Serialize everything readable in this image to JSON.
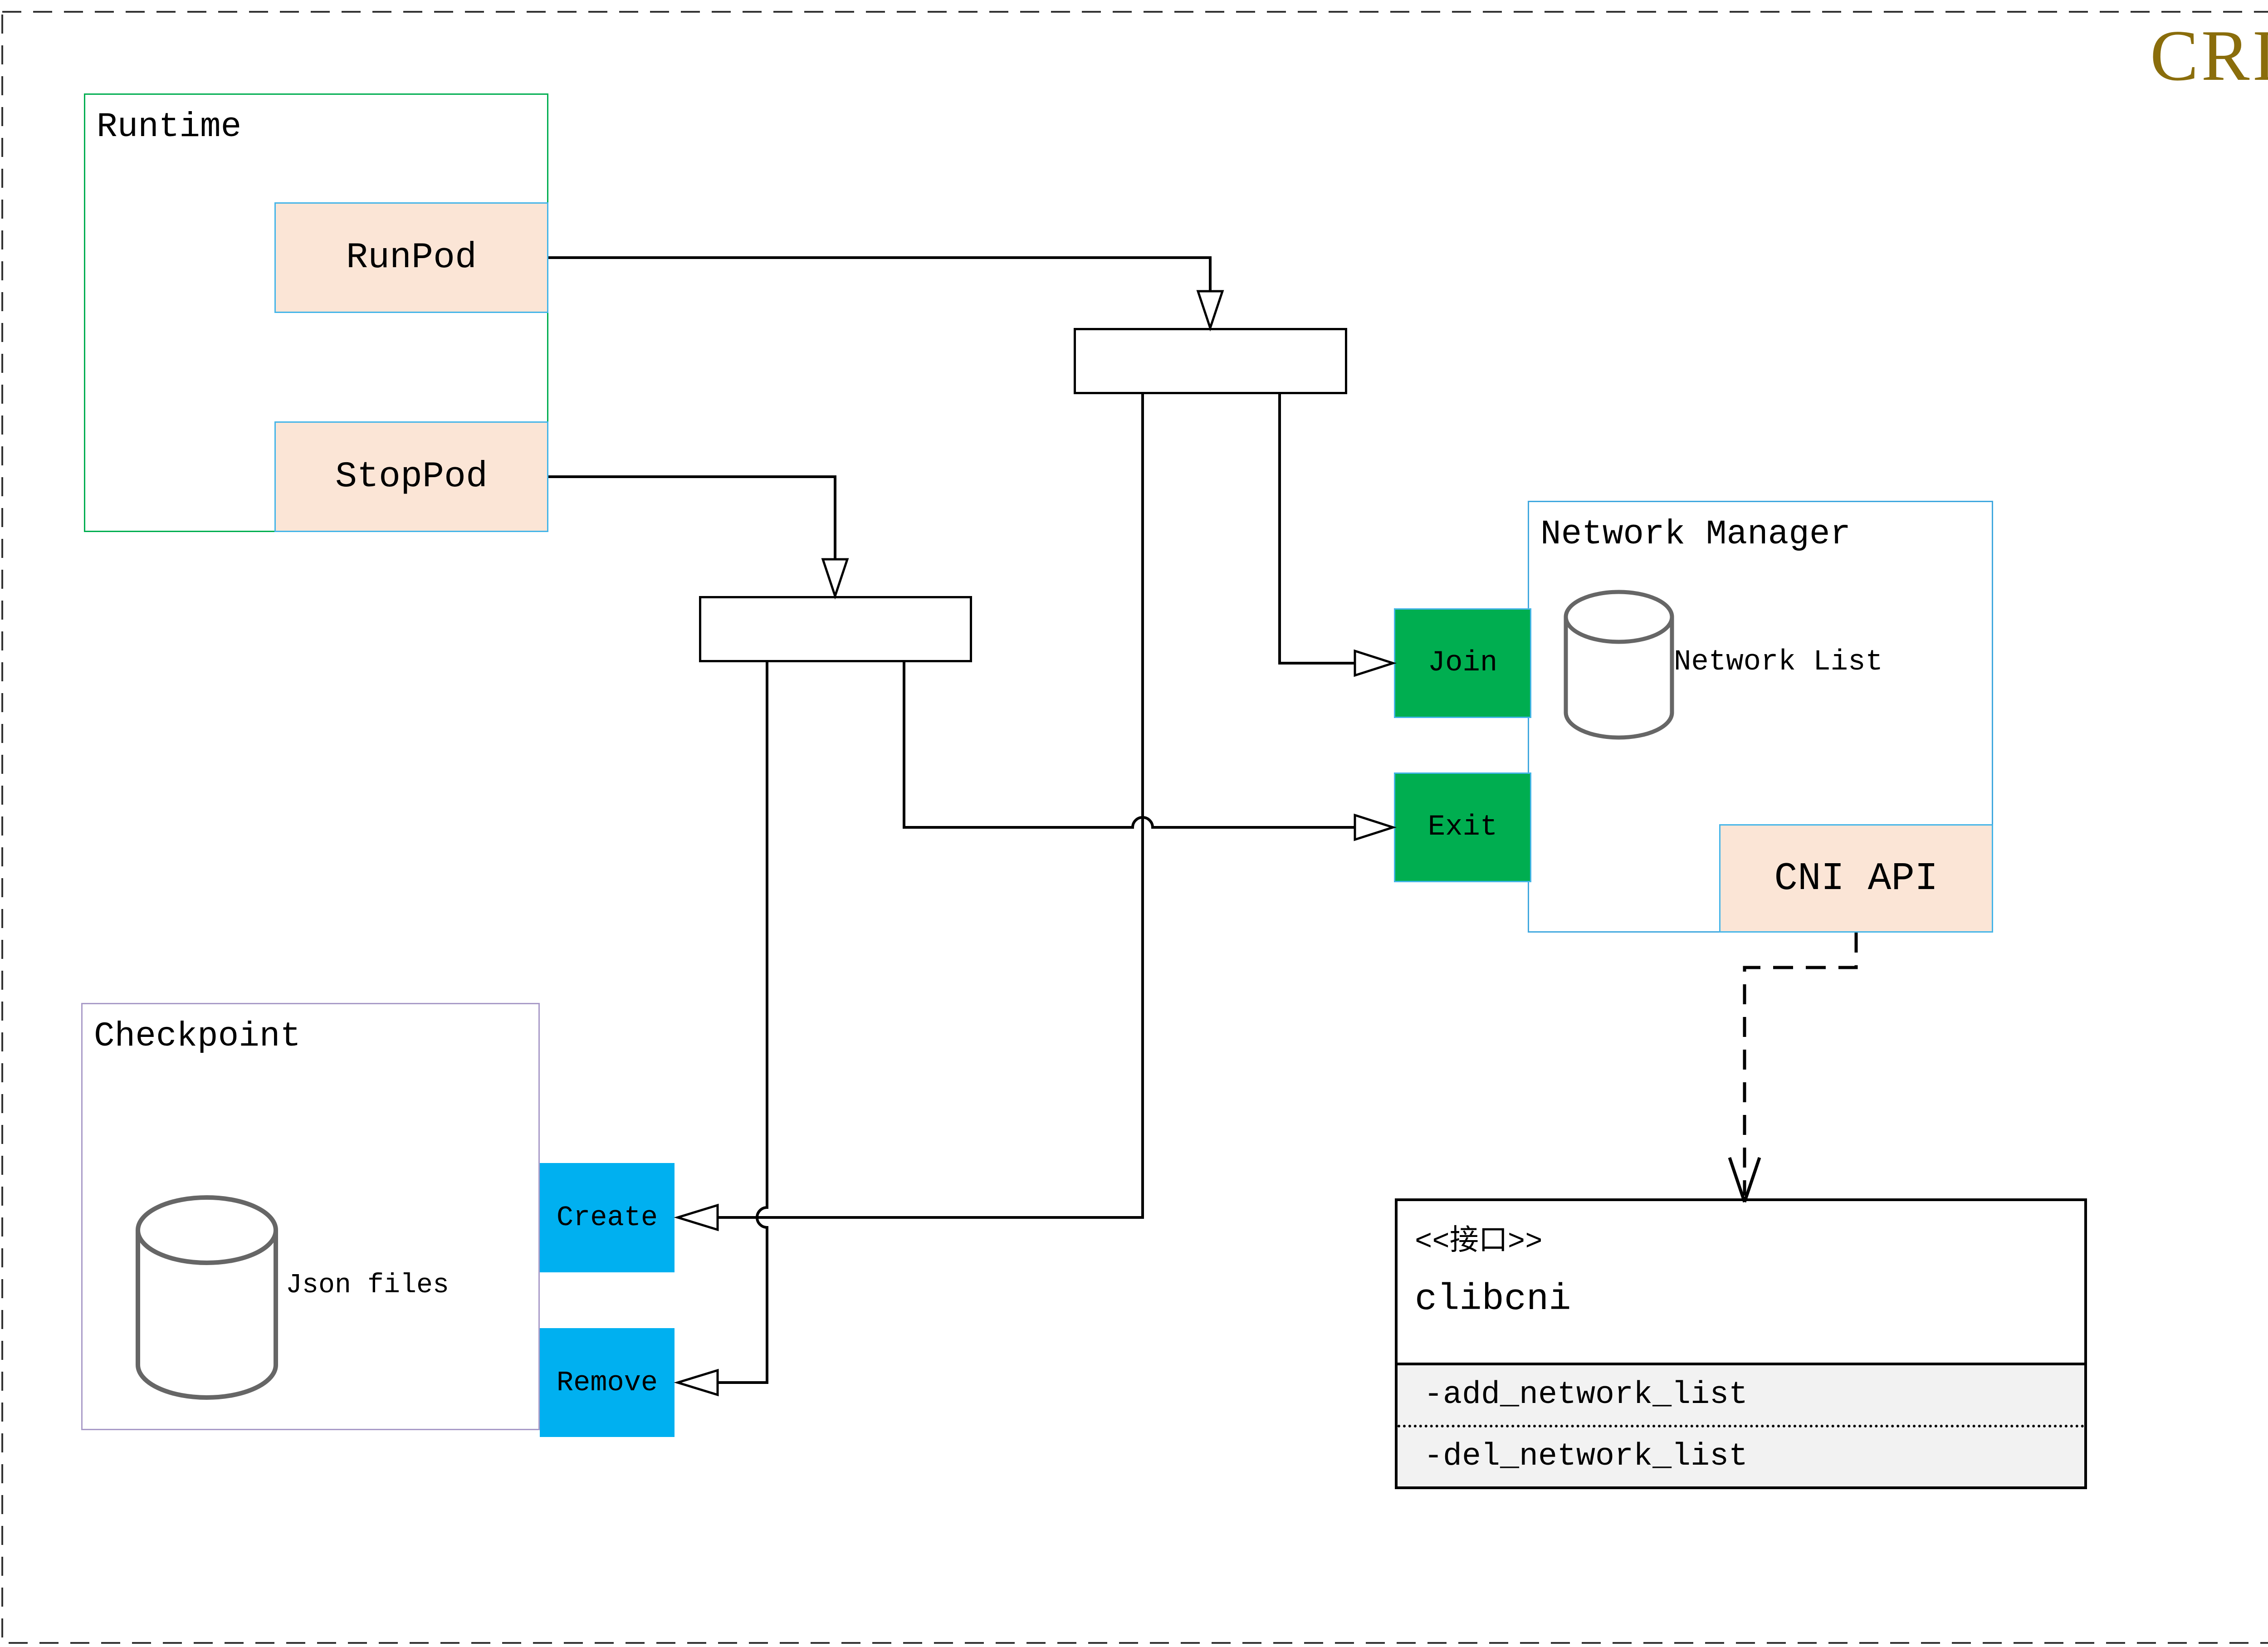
{
  "page": {
    "title": "CRI"
  },
  "colors": {
    "title_gold": "#8A6D0B",
    "runtime_border_green": "#00AE50",
    "action_green_fill": "#00AE50",
    "action_blue_fill": "#00B0F0",
    "peach_fill": "#FBE5D6",
    "light_blue_border": "#45B5E8",
    "checkpoint_border_purple": "#A99BC8",
    "cylinder_gray": "#666666",
    "interface_section_bg": "#F2F2F2",
    "wire_black": "#000000"
  },
  "runtime": {
    "title": "Runtime",
    "run_pod": "RunPod",
    "stop_pod": "StopPod"
  },
  "network_manager": {
    "title": "Network Manager",
    "join": "Join",
    "exit": "Exit",
    "network_list": "Network List",
    "cni_api": "CNI API"
  },
  "checkpoint": {
    "title": "Checkpoint",
    "json_files": "Json files",
    "create": "Create",
    "remove": "Remove"
  },
  "clibcni": {
    "stereotype": "<<接口>>",
    "name": "clibcni",
    "methods": [
      "-add_network_list",
      "-del_network_list"
    ]
  }
}
